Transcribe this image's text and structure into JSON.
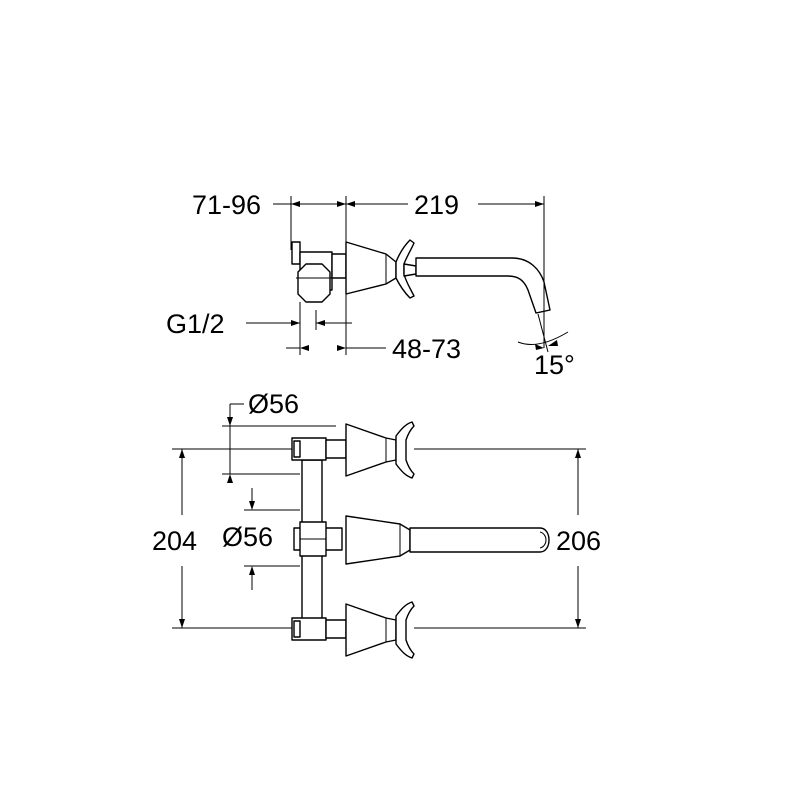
{
  "dimensions": {
    "wall_adjust": "71-96",
    "spout_length": "219",
    "thread": "G1/2",
    "cover_adjust": "48-73",
    "spout_angle": "15°",
    "rosette_diameter_top": "Ø56",
    "rosette_diameter_mid": "Ø56",
    "height_left": "204",
    "height_right": "206"
  }
}
